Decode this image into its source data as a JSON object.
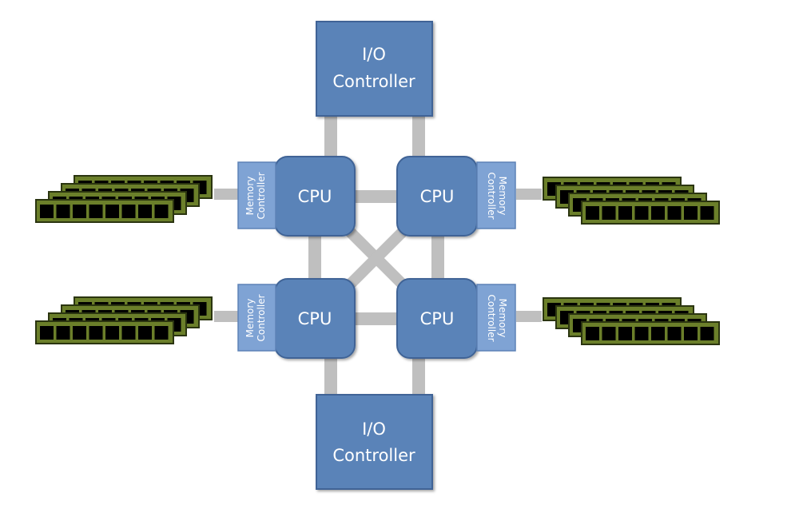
{
  "io_controllers": {
    "top": {
      "line1": "I/O",
      "line2": "Controller"
    },
    "bottom": {
      "line1": "I/O",
      "line2": "Controller"
    }
  },
  "cpus": {
    "top_left": "CPU",
    "top_right": "CPU",
    "bottom_left": "CPU",
    "bottom_right": "CPU"
  },
  "memory_controllers": {
    "top_left": {
      "line1": "Memory",
      "line2": "Controller"
    },
    "top_right": {
      "line1": "Memory",
      "line2": "Controller"
    },
    "bottom_left": {
      "line1": "Memory",
      "line2": "Controller"
    },
    "bottom_right": {
      "line1": "Memory",
      "line2": "Controller"
    }
  },
  "colors": {
    "box_fill": "#5a83b8",
    "box_stroke": "#3f6496",
    "memctl_fill": "#7fa3d4",
    "memctl_stroke": "#5d82b6",
    "link": "#bfbfbf",
    "dimm_fill": "#6b7f2a",
    "dimm_border": "#2b3510",
    "chip_fill": "#000000",
    "text": "#ffffff"
  }
}
